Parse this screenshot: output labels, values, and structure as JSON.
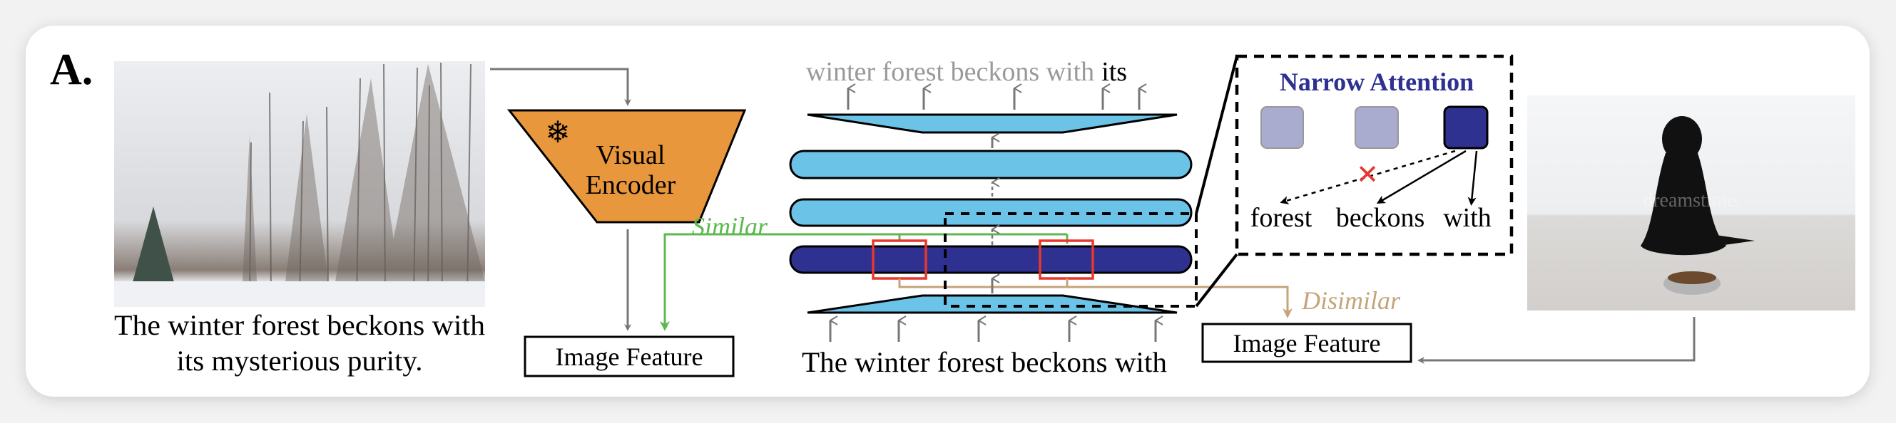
{
  "panel_label": "A.",
  "left_image": {
    "caption_line1": "The winter forest beckons with",
    "caption_line2": "its mysterious purity."
  },
  "encoder": {
    "line1": "Visual",
    "line2": "Encoder",
    "icon": "snowflake-icon"
  },
  "image_feature_left": "Image Feature",
  "image_feature_right": "Image Feature",
  "similar_label": "Similar",
  "dissimilar_label": "Disimilar",
  "output_tokens": {
    "predicted": "winter forest beckons with",
    "next": "its"
  },
  "input_text": "The winter forest beckons with",
  "attention": {
    "title": "Narrow Attention",
    "words": [
      "forest",
      "beckons",
      "with"
    ],
    "blocked_icon": "cross-icon"
  },
  "right_image": {
    "watermark": "dreamstime."
  },
  "colors": {
    "layer_light": "#6cc3e8",
    "layer_dark": "#2e3190",
    "encoder": "#e8973c",
    "similar": "#5cb84f",
    "dissimilar": "#c4a47a",
    "title": "#2e3192",
    "token_faded": "#a9abcf",
    "highlight": "#e8372c"
  }
}
